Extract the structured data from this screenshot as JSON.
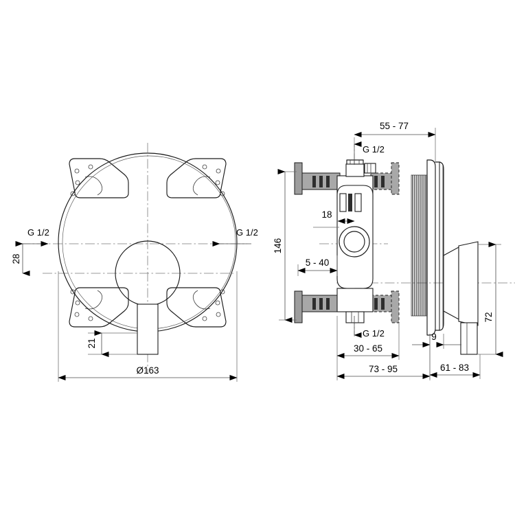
{
  "drawing": {
    "title": "Concealed single-lever shower mixer — dimensional drawing",
    "background_color": "#ffffff",
    "line_color": "#1a1a1a",
    "views": [
      {
        "name": "front-view",
        "label": ""
      },
      {
        "name": "side-section-view",
        "label": ""
      }
    ]
  },
  "front_view": {
    "diameter_label": "Ø163",
    "inlet_left_label": "G 1/2",
    "inlet_right_label": "G 1/2",
    "offset_vertical_label": "28",
    "lever_offset_label": "21"
  },
  "section_view": {
    "top_span_label": "55 - 77",
    "top_port_label": "G 1/2",
    "bottom_port_label": "G 1/2",
    "height_label": "146",
    "wall_min_label": "18",
    "depth_range_label": "5 - 40",
    "body_depth_label": "30 - 65",
    "total_depth_label": "73 - 95",
    "plate_thickness_label": "9",
    "projection_label": "61 - 83",
    "handle_height_label": "72"
  },
  "dimensions_list": [
    {
      "id": "diameter",
      "value": "Ø163",
      "unit": "mm",
      "view": "front"
    },
    {
      "id": "offset-28",
      "value": "28",
      "unit": "mm",
      "view": "front"
    },
    {
      "id": "lever-21",
      "value": "21",
      "unit": "mm",
      "view": "front"
    },
    {
      "id": "top-span",
      "value": "55 - 77",
      "unit": "mm",
      "view": "section"
    },
    {
      "id": "height-146",
      "value": "146",
      "unit": "mm",
      "view": "section"
    },
    {
      "id": "wall-18",
      "value": "18",
      "unit": "mm",
      "view": "section"
    },
    {
      "id": "depth-5-40",
      "value": "5 - 40",
      "unit": "mm",
      "view": "section"
    },
    {
      "id": "body-30-65",
      "value": "30 - 65",
      "unit": "mm",
      "view": "section"
    },
    {
      "id": "total-73-95",
      "value": "73 - 95",
      "unit": "mm",
      "view": "section"
    },
    {
      "id": "plate-9",
      "value": "9",
      "unit": "mm",
      "view": "section"
    },
    {
      "id": "projection-61-83",
      "value": "61 - 83",
      "unit": "mm",
      "view": "section"
    },
    {
      "id": "handle-72",
      "value": "72",
      "unit": "mm",
      "view": "section"
    }
  ],
  "thread_callouts": [
    {
      "id": "front-left",
      "value": "G 1/2"
    },
    {
      "id": "front-right",
      "value": "G 1/2"
    },
    {
      "id": "section-top",
      "value": "G 1/2"
    },
    {
      "id": "section-bottom",
      "value": "G 1/2"
    }
  ]
}
